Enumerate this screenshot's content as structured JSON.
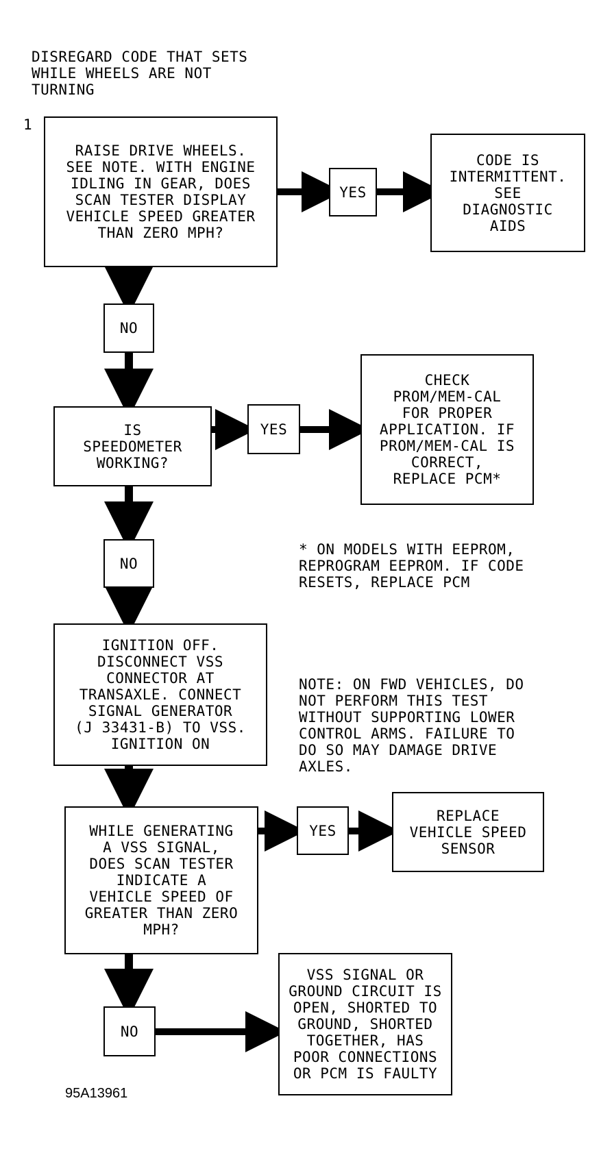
{
  "header_note": "DISREGARD CODE THAT SETS\nWHILE WHEELS ARE NOT\nTURNING",
  "step_number": "1",
  "step1": {
    "question": "RAISE DRIVE WHEELS.\nSEE NOTE. WITH ENGINE\nIDLING IN GEAR, DOES\nSCAN TESTER DISPLAY\nVEHICLE SPEED GREATER\nTHAN ZERO MPH?",
    "yes_label": "YES",
    "yes_result": "CODE IS\nINTERMITTENT.\nSEE\nDIAGNOSTIC\nAIDS",
    "no_label": "NO"
  },
  "step2": {
    "question": "IS\nSPEEDOMETER\nWORKING?",
    "yes_label": "YES",
    "yes_result": "CHECK\nPROM/MEM-CAL\nFOR PROPER\nAPPLICATION. IF\nPROM/MEM-CAL IS\nCORRECT,\nREPLACE PCM*",
    "no_label": "NO"
  },
  "footnote": "* ON MODELS WITH EEPROM,\nREPROGRAM EEPROM. IF CODE\nRESETS, REPLACE PCM",
  "step3": {
    "action": "IGNITION OFF.\nDISCONNECT VSS\nCONNECTOR AT\nTRANSAXLE. CONNECT\nSIGNAL GENERATOR\n(J 33431-B) TO VSS.\nIGNITION ON"
  },
  "note": "NOTE: ON FWD VEHICLES, DO\nNOT PERFORM THIS TEST\nWITHOUT SUPPORTING LOWER\nCONTROL ARMS. FAILURE TO\nDO SO MAY DAMAGE DRIVE\nAXLES.",
  "step4": {
    "question": "WHILE GENERATING\nA VSS SIGNAL,\nDOES SCAN TESTER\nINDICATE A\nVEHICLE SPEED OF\nGREATER THAN ZERO\nMPH?",
    "yes_label": "YES",
    "yes_result": "REPLACE\nVEHICLE SPEED\nSENSOR",
    "no_label": "NO",
    "no_result": "VSS SIGNAL OR\nGROUND CIRCUIT IS\nOPEN, SHORTED TO\nGROUND, SHORTED\nTOGETHER, HAS\nPOOR CONNECTIONS\nOR PCM IS FAULTY"
  },
  "figure_id": "95A13961"
}
